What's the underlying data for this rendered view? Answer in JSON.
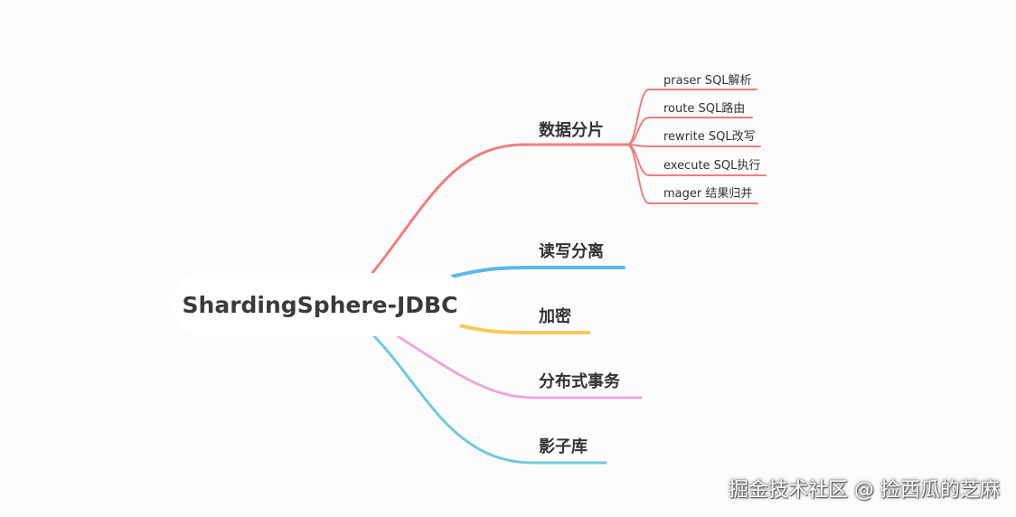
{
  "root": {
    "label": "ShardingSphere-JDBC"
  },
  "branches": [
    {
      "label": "数据分片",
      "color": "#f07d80",
      "children": [
        "praser SQL解析",
        "route SQL路由",
        "rewrite SQL改写",
        "execute SQL执行",
        "mager 结果归并"
      ]
    },
    {
      "label": "读写分离",
      "color": "#5fb7e8",
      "children": []
    },
    {
      "label": "加密",
      "color": "#f7c85a",
      "children": []
    },
    {
      "label": "分布式事务",
      "color": "#eba8dd",
      "children": []
    },
    {
      "label": "影子库",
      "color": "#6ecae0",
      "children": []
    }
  ],
  "watermark": "掘金技术社区 @ 捡西瓜的芝麻"
}
